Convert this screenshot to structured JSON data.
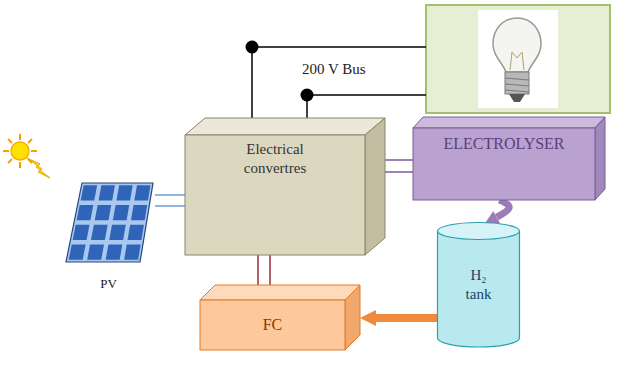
{
  "diagram": {
    "nodes": [
      {
        "text": [
          "Electrical convertres"
        ]
      },
      {
        "text": [
          "ELECTROLYSER"
        ]
      },
      {
        "text": [
          "PV"
        ]
      },
      {
        "text": [
          "H₂ tank"
        ]
      },
      {
        "text": [
          "FC"
        ]
      }
    ],
    "edges": [
      {
        "from": 2,
        "to": 0,
        "arrow": "none"
      },
      {
        "from": 2,
        "to": 0,
        "arrow": "none"
      },
      {
        "from": 0,
        "to": 1,
        "arrow": "none"
      },
      {
        "from": 0,
        "to": 1,
        "arrow": "none"
      },
      {
        "from": 0,
        "to": 4,
        "arrow": "none"
      },
      {
        "from": 0,
        "to": 4,
        "arrow": "none"
      },
      {
        "from": 1,
        "to": 3,
        "arrow": "to"
      },
      {
        "from": 3,
        "to": 4,
        "arrow": "to"
      }
    ],
    "labels": [
      "200 V Bus"
    ]
  }
}
